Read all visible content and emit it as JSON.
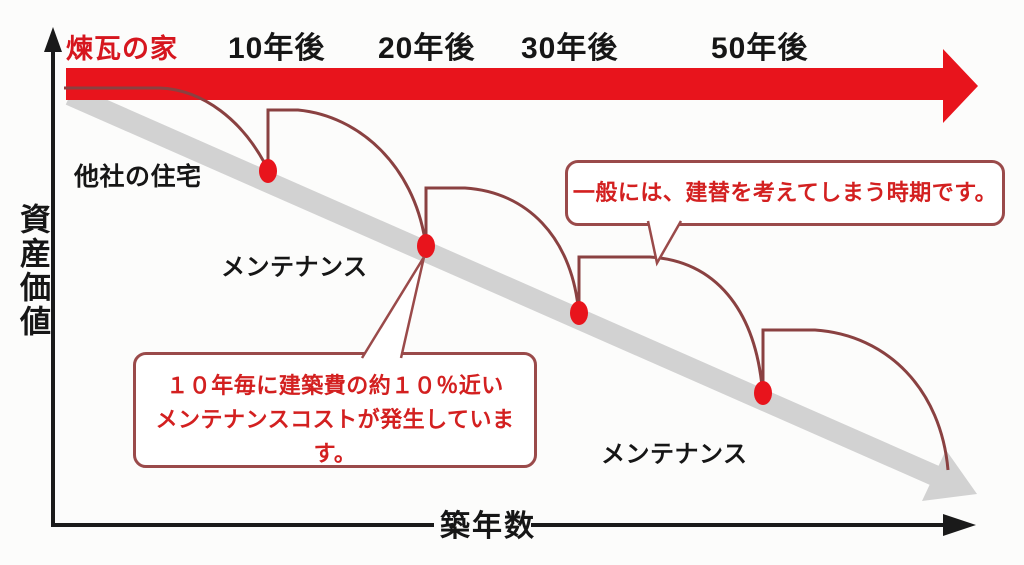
{
  "colors": {
    "bright_red": "#e8141c",
    "callout_text_red": "#d32020",
    "curve_brown": "#8a4141",
    "bubble_border": "#9a4a4a",
    "band_gray": "#d2d2d2",
    "axis_black": "#1a1a1a"
  },
  "header": {
    "brand_label": "煉瓦の家",
    "year_labels": [
      "10年後",
      "20年後",
      "30年後",
      "50年後"
    ]
  },
  "axes": {
    "y_label": "資産価値",
    "x_label": "築年数"
  },
  "labels": {
    "other_house": "他社の住宅",
    "maintenance": "メンテナンス"
  },
  "callouts": {
    "rebuild": "一般には、建替を考えてしまう時期です。",
    "cost_line1": "１０年毎に建築費の約１０％近い",
    "cost_line2": "メンテナンスコストが発生しています。"
  },
  "figure": {
    "type": "concept-diagram",
    "maintenance_point_count": 4,
    "maintenance_points_at": [
      "10年後",
      "20年後",
      "30年後",
      "50年後"
    ]
  }
}
